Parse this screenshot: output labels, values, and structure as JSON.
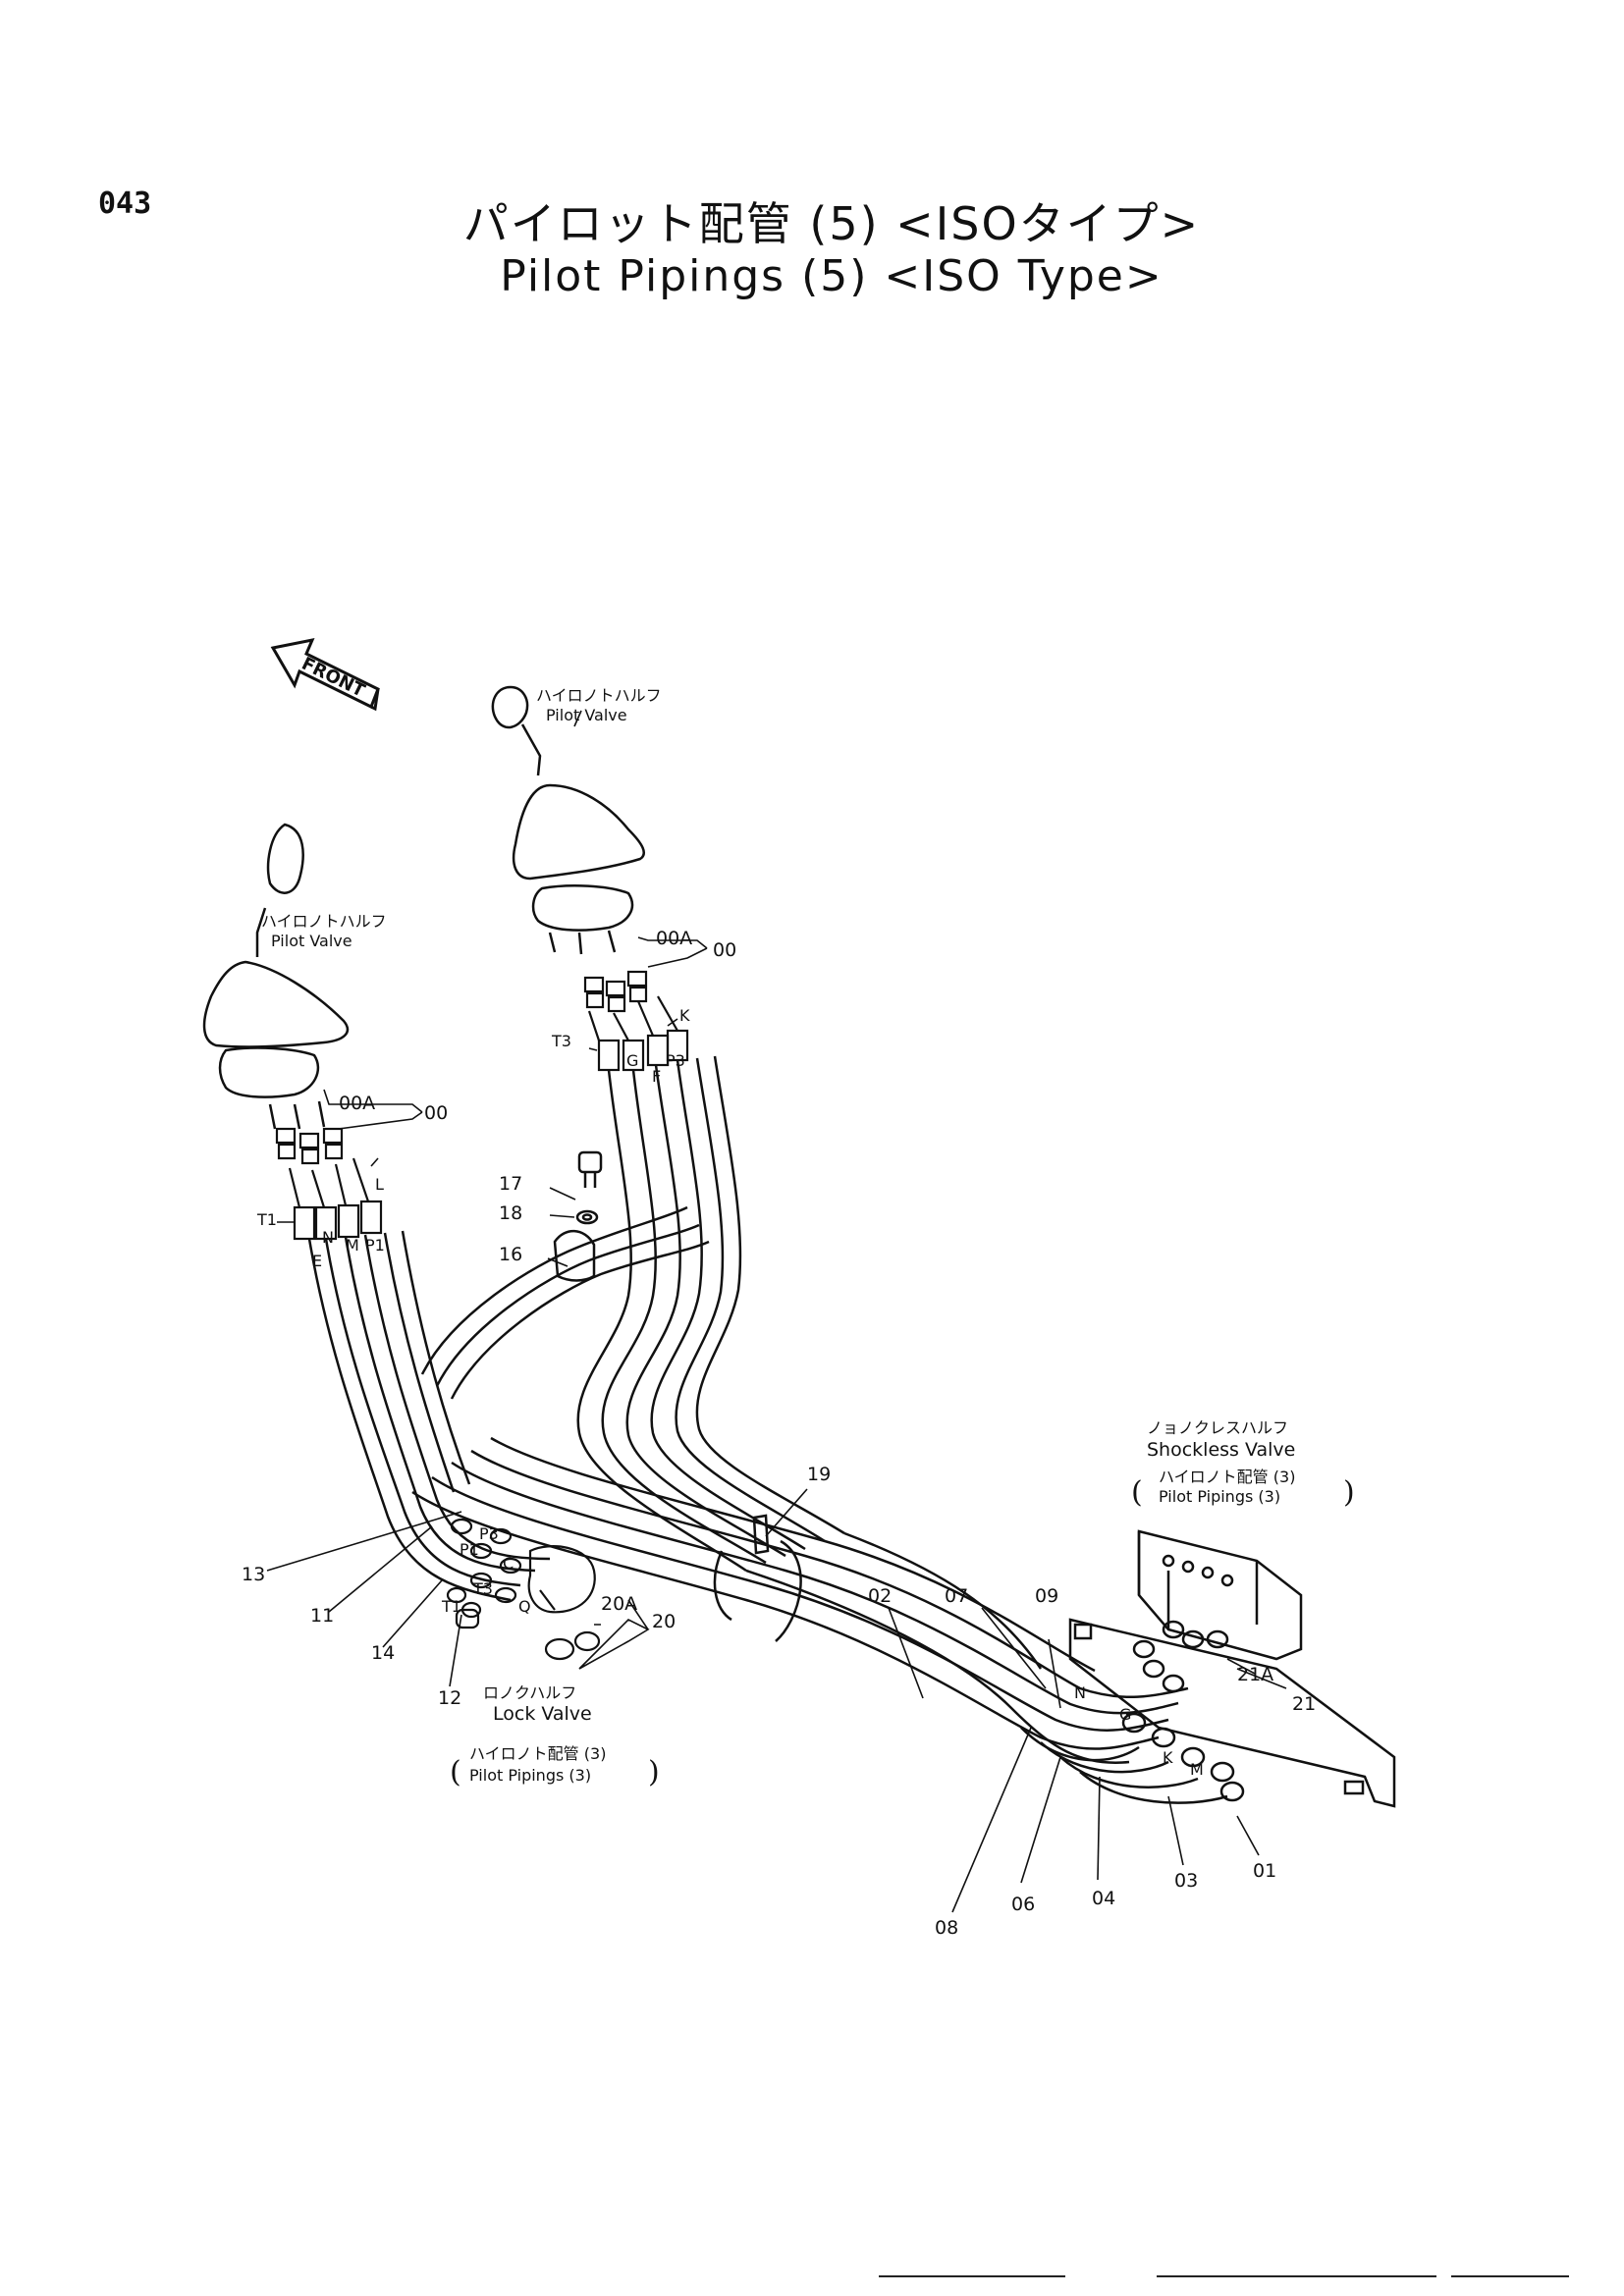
{
  "page_number": "043",
  "title_jp": "パイロット配管 (5) <ISOタイプ>",
  "title_en": "Pilot Pipings (5) <ISO Type>",
  "front_label": "FRONT",
  "components": {
    "pilot_valve_jp": "ハイロノトハルフ",
    "pilot_valve_en": "Pilot Valve",
    "shockless_valve_jp": "ノョノクレスハルフ",
    "shockless_valve_en": "Shockless Valve",
    "pilot_pipings3_jp": "ハイロノト配管 (3)",
    "pilot_pipings3_en": "Pilot Pipings (3)",
    "lock_valve_jp": "ロノクハルフ",
    "lock_valve_en": "Lock Valve"
  },
  "parts": {
    "p00a": "00A",
    "p00": "00",
    "p01": "01",
    "p02": "02",
    "p03": "03",
    "p04": "04",
    "p06": "06",
    "p07": "07",
    "p08": "08",
    "p09": "09",
    "p11": "11",
    "p12": "12",
    "p13": "13",
    "p14": "14",
    "p16": "16",
    "p17": "17",
    "p18": "18",
    "p19": "19",
    "p20": "20",
    "p20a": "20A",
    "p21": "21",
    "p21a": "21A"
  },
  "ports": {
    "T1": "T1",
    "T3": "T3",
    "L": "L",
    "K": "K",
    "G": "G",
    "F": "F",
    "P3": "P3",
    "N": "N",
    "M": "M",
    "P1": "P1",
    "E": "E",
    "Q": "Q",
    "C": "C"
  },
  "colors": {
    "ink": "#111111",
    "paper": "#ffffff"
  }
}
